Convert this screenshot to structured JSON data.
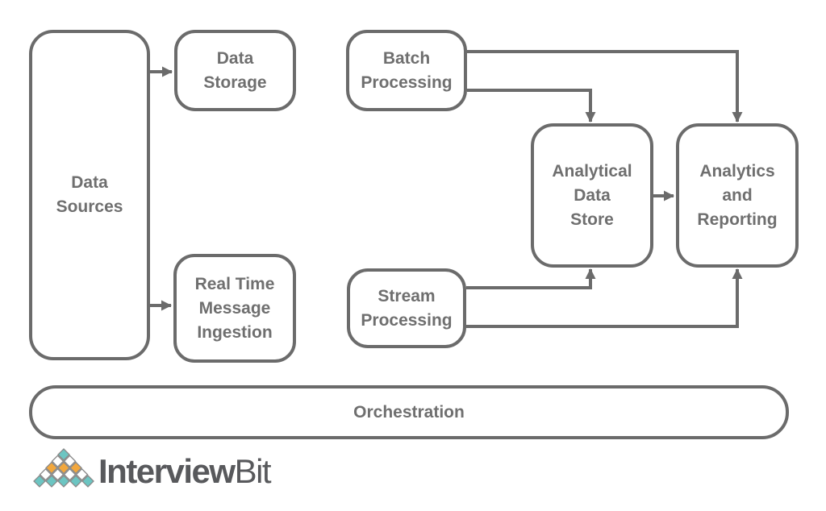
{
  "diagram": {
    "nodes": {
      "data_sources": {
        "label": [
          "Data",
          "Sources"
        ]
      },
      "data_storage": {
        "label": [
          "Data",
          "Storage"
        ]
      },
      "batch_processing": {
        "label": [
          "Batch",
          "Processing"
        ]
      },
      "real_time_message_ingestion": {
        "label": [
          "Real Time",
          "Message",
          "Ingestion"
        ]
      },
      "stream_processing": {
        "label": [
          "Stream",
          "Processing"
        ]
      },
      "analytical_data_store": {
        "label": [
          "Analytical",
          "Data",
          "Store"
        ]
      },
      "analytics_and_reporting": {
        "label": [
          "Analytics",
          "and",
          "Reporting"
        ]
      },
      "orchestration": {
        "label": "Orchestration"
      }
    },
    "edges": [
      {
        "from": "data_sources",
        "to": "data_storage"
      },
      {
        "from": "data_sources",
        "to": "real_time_message_ingestion"
      },
      {
        "from": "batch_processing",
        "to": "analytics_and_reporting"
      },
      {
        "from": "batch_processing",
        "to": "analytical_data_store"
      },
      {
        "from": "stream_processing",
        "to": "analytical_data_store"
      },
      {
        "from": "stream_processing",
        "to": "analytics_and_reporting"
      },
      {
        "from": "analytical_data_store",
        "to": "analytics_and_reporting"
      }
    ],
    "colors": {
      "stroke": "#6b6b6b",
      "label_text": "#6f6f6f",
      "background": "#ffffff"
    }
  },
  "logo": {
    "brand_bold": "Interview",
    "brand_light": "Bit",
    "text_color": "#58595c",
    "pyramid": {
      "teal": "#6cc5c2",
      "orange": "#f2a73d",
      "white": "#ffffff",
      "outline": "#8a8a8a",
      "rows": [
        [
          "teal"
        ],
        [
          "white",
          "white"
        ],
        [
          "orange",
          "orange",
          "orange"
        ],
        [
          "white",
          "white",
          "white",
          "white"
        ],
        [
          "teal",
          "teal",
          "teal",
          "teal",
          "teal"
        ]
      ]
    }
  }
}
